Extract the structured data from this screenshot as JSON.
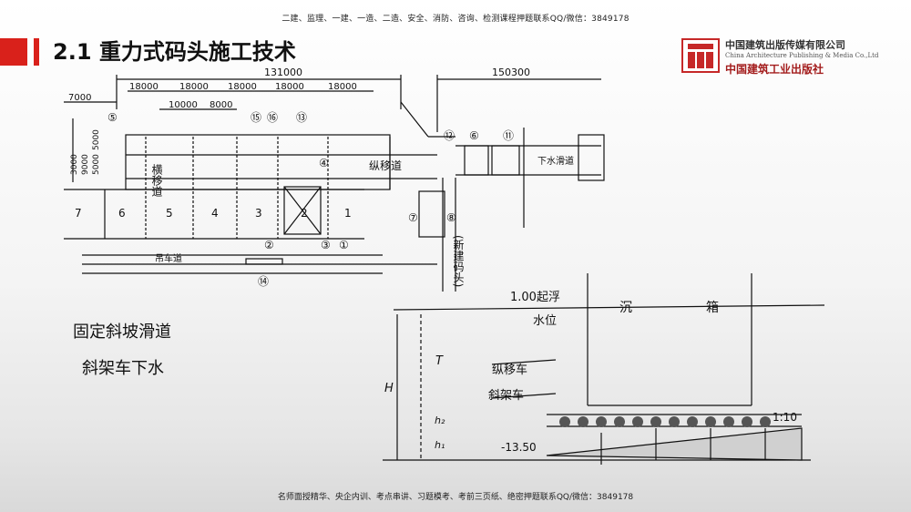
{
  "header_note": "二建、监理、一建、一造、二造、安全、消防、咨询、检测课程押题联系QQ/微信：3849178",
  "footer_note": "名师面授精华、央企内训、考点串讲、习题模考、考前三页纸、绝密押题联系QQ/微信：3849178",
  "title": "2.1 重力式码头施工技术",
  "publisher": {
    "name_cn": "中国建筑出版传媒有限公司",
    "name_en": "China Architecture Publishing & Media Co.,Ltd",
    "name_cn_calligraphy": "中国建筑工业出版社"
  },
  "notes": [
    "固定斜坡滑道",
    "斜架车下水"
  ],
  "plan": {
    "dims_top": [
      "131000",
      "150300"
    ],
    "dims_row2": [
      "18000",
      "18000",
      "18000",
      "18000",
      "18000"
    ],
    "dims_row3": [
      "10000",
      "8000"
    ],
    "dim_left": "7000",
    "dims_vertical": [
      "5000",
      "5000",
      "9000",
      "3000"
    ],
    "bays": [
      "7",
      "6",
      "5",
      "4",
      "3",
      "2",
      "1"
    ],
    "labels": {
      "transverse": "横移道",
      "longitudinal": "纵移道",
      "launch": "下水滑道",
      "crane": "吊车道",
      "new_wharf": "(新建码头)"
    },
    "markers": [
      "①",
      "②",
      "③",
      "④",
      "⑤",
      "⑥",
      "⑦",
      "⑧",
      "⑪",
      "⑫",
      "⑬",
      "⑭",
      "⑮",
      "⑯"
    ]
  },
  "section": {
    "water_level": "1.00起浮",
    "water_level2": "水位",
    "caisson_1": "沉",
    "caisson_2": "箱",
    "vehicle_1": "纵移车",
    "vehicle_2": "斜架车",
    "slope": "1:10",
    "bottom": "-13.50",
    "dim_H": "H",
    "dim_T": "T",
    "dim_h1": "h₁",
    "dim_h2": "h₂"
  }
}
